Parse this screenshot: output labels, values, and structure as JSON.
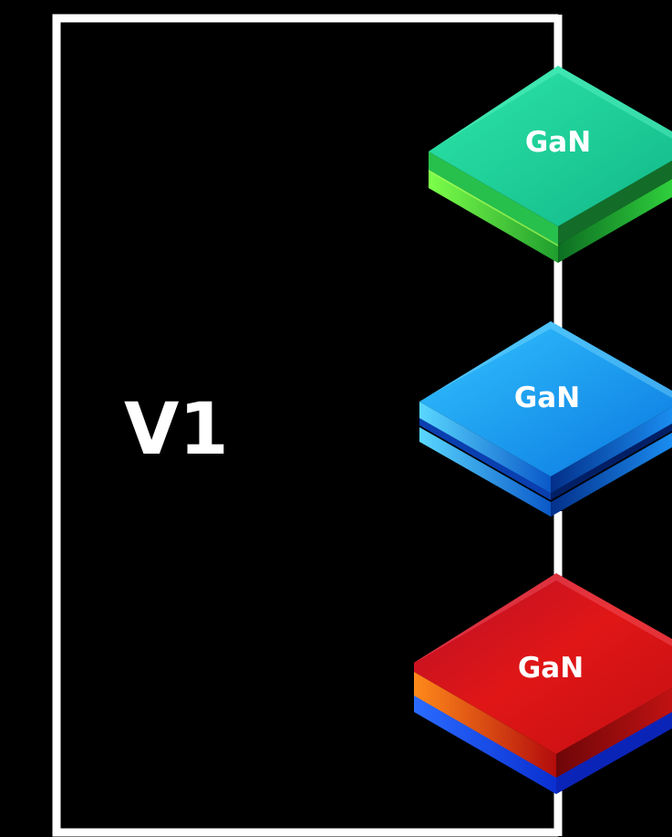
{
  "source": {
    "label": "V1"
  },
  "chips": [
    {
      "label": "GaN",
      "color": "green",
      "top": "#18d49a",
      "mid": "#22c060",
      "edge": "#4cff3a"
    },
    {
      "label": "GaN",
      "color": "blue",
      "top": "#1a9cf0",
      "mid": "#0f6fd8",
      "edge": "#2ec8ff"
    },
    {
      "label": "GaN",
      "color": "red",
      "top": "#d81818",
      "mid": "#a40c12",
      "edge": "#1f4dff"
    }
  ],
  "colors": {
    "background": "#000000",
    "wire": "#ffffff"
  }
}
